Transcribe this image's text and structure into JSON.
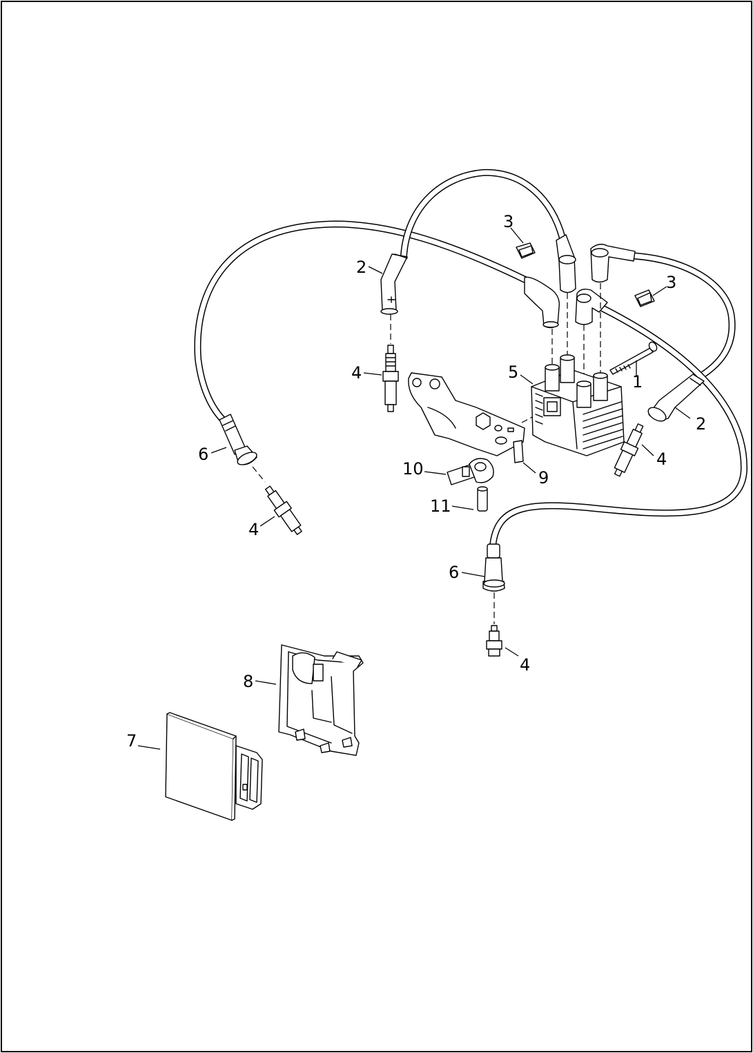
{
  "diagram": {
    "callouts": [
      {
        "id": "c1",
        "label": "1"
      },
      {
        "id": "c2a",
        "label": "2"
      },
      {
        "id": "c2b",
        "label": "2"
      },
      {
        "id": "c3a",
        "label": "3"
      },
      {
        "id": "c3b",
        "label": "3"
      },
      {
        "id": "c4a",
        "label": "4"
      },
      {
        "id": "c4b",
        "label": "4"
      },
      {
        "id": "c4c",
        "label": "4"
      },
      {
        "id": "c4d",
        "label": "4"
      },
      {
        "id": "c5",
        "label": "5"
      },
      {
        "id": "c6a",
        "label": "6"
      },
      {
        "id": "c6b",
        "label": "6"
      },
      {
        "id": "c7",
        "label": "7"
      },
      {
        "id": "c8",
        "label": "8"
      },
      {
        "id": "c9",
        "label": "9"
      },
      {
        "id": "c10",
        "label": "10"
      },
      {
        "id": "c11",
        "label": "11"
      }
    ]
  },
  "colors": {
    "line": "#000000",
    "background": "#ffffff"
  }
}
